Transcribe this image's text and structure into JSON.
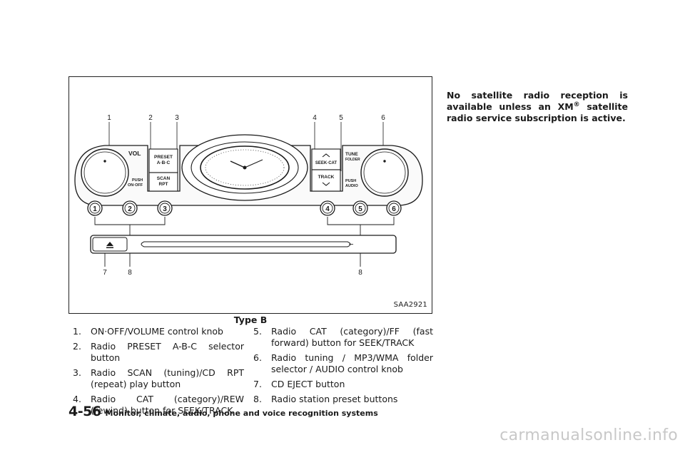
{
  "figure": {
    "code": "SAA2921",
    "caption": "Type B",
    "callouts": {
      "c1": "1",
      "c2": "2",
      "c3": "3",
      "c4": "4",
      "c5": "5",
      "c6": "6",
      "c7": "7",
      "c8a": "8",
      "c8b": "8"
    },
    "labels": {
      "vol": "VOL",
      "push_onoff_1": "PUSH",
      "push_onoff_2": "ON·OFF",
      "preset_1": "PRESET",
      "preset_2": "A·B·C",
      "scan_1": "SCAN",
      "scan_2": "RPT",
      "seek_cat": "SEEK·CAT",
      "track": "TRACK",
      "tune": "TUNE",
      "folder": "FOLDER",
      "push_audio_1": "PUSH",
      "push_audio_2": "AUDIO"
    },
    "presets": [
      "1",
      "2",
      "3",
      "4",
      "5",
      "6"
    ]
  },
  "items_left": [
    {
      "num": "1.",
      "text": "ON·OFF/VOLUME control knob"
    },
    {
      "num": "2.",
      "text": "Radio PRESET A-B-C selector button"
    },
    {
      "num": "3.",
      "text": "Radio SCAN (tuning)/CD RPT (repeat) play button"
    },
    {
      "num": "4.",
      "text": "Radio CAT (category)/REW (rewind) button for SEEK/TRACK"
    }
  ],
  "items_right": [
    {
      "num": "5.",
      "text": "Radio CAT (category)/FF (fast forward) button for SEEK/TRACK"
    },
    {
      "num": "6.",
      "text": "Radio tuning / MP3/WMA folder selector / AUDIO control knob"
    },
    {
      "num": "7.",
      "text": "CD EJECT button"
    },
    {
      "num": "8.",
      "text": "Radio station preset buttons"
    }
  ],
  "note": {
    "before": "No satellite radio reception is available unless an XM",
    "mark": "®",
    "after": " satellite radio service subscription is active."
  },
  "footer": {
    "page": "4-56",
    "section": "Monitor, climate, audio, phone and voice recognition systems"
  },
  "watermark": "carmanualsonline.info"
}
